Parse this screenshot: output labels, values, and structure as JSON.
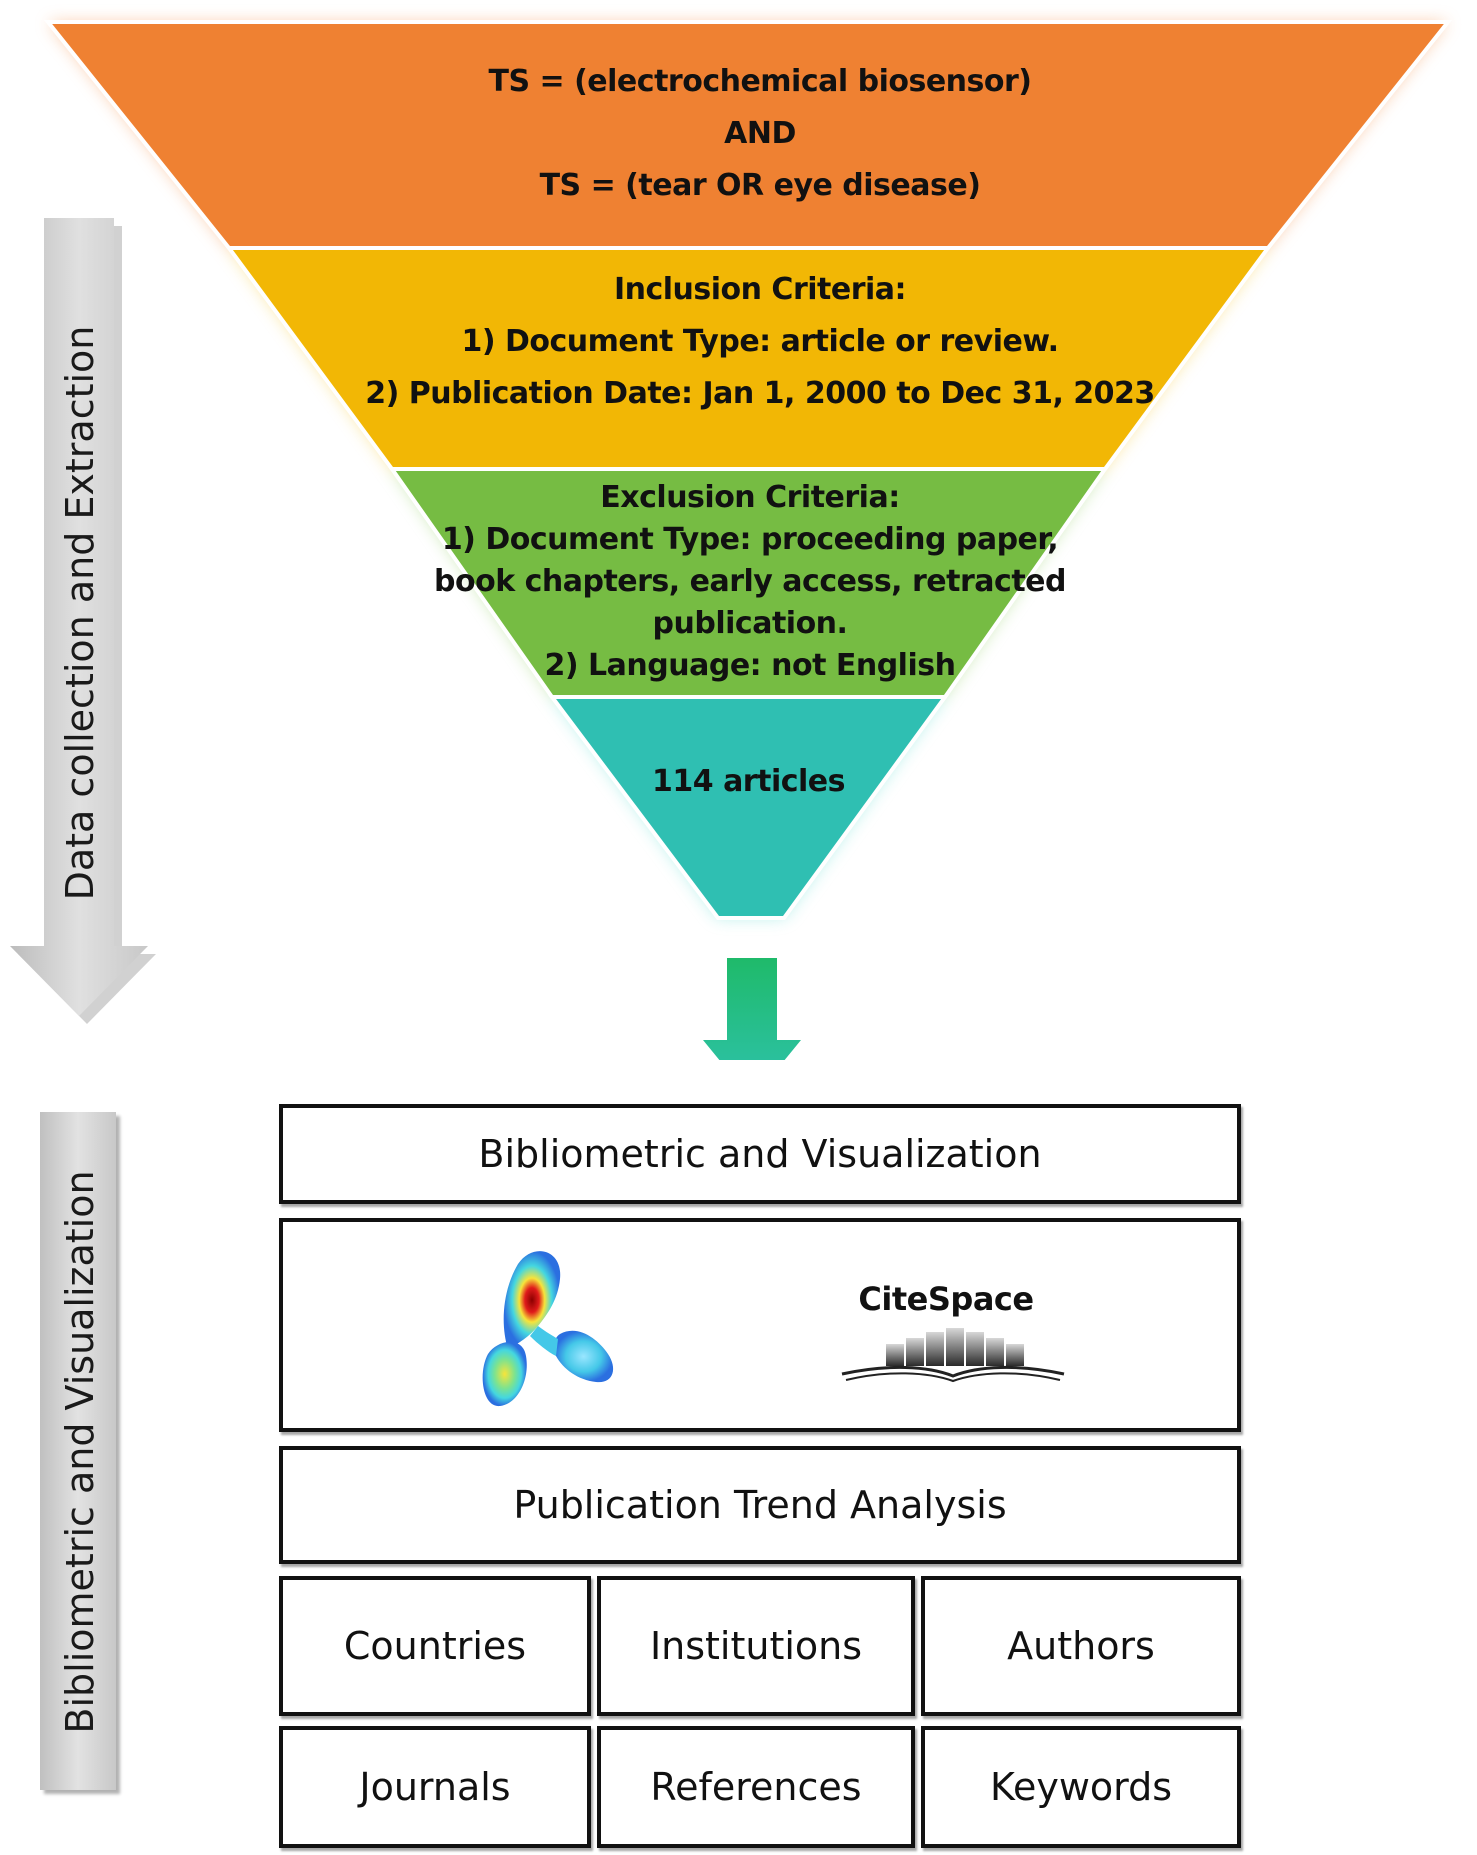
{
  "funnel": {
    "stage1": {
      "line1": "TS = (electrochemical biosensor)",
      "line2": "AND",
      "line3": "TS = (tear OR eye disease)",
      "color": "#ef8132"
    },
    "stage2": {
      "title": "Inclusion Criteria:",
      "item1": "1) Document Type: article or review.",
      "item2": "2) Publication Date: Jan 1, 2000 to Dec 31, 2023",
      "color": "#f2b705"
    },
    "stage3": {
      "title": "Exclusion Criteria:",
      "item1a": "1) Document Type: proceeding paper,",
      "item1b": "book chapters, early access, retracted",
      "item1c": "publication.",
      "item2": "2) Language: not English",
      "color": "#76bc43"
    },
    "stage4": {
      "label": "114 articles",
      "color": "#2fbfb2"
    }
  },
  "side_labels": {
    "top": "Data collection and Extraction",
    "bottom": "Bibliometric and Visualization"
  },
  "boxes": {
    "header": "Bibliometric and Visualization",
    "tools": {
      "tool1_icon": "vosviewer-heatmap-logo",
      "tool2_label": "CiteSpace"
    },
    "trend": "Publication Trend Analysis",
    "grid": [
      [
        "Countries",
        "Institutions",
        "Authors"
      ],
      [
        "Journals",
        "References",
        "Keywords"
      ]
    ]
  }
}
